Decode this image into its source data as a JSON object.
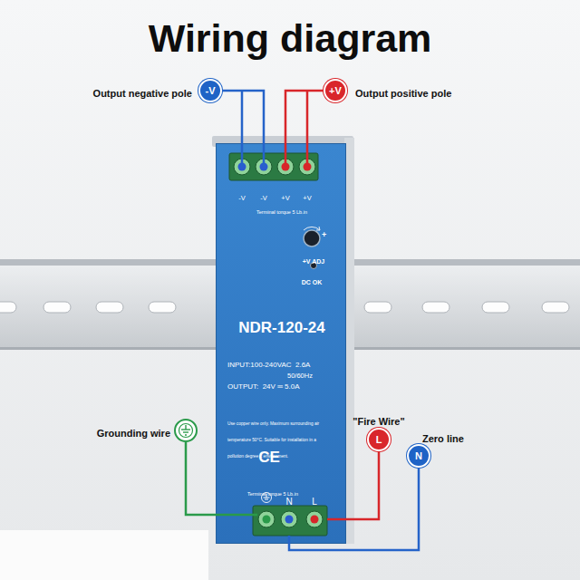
{
  "diagram": {
    "title": "Wiring diagram",
    "nodes": [
      {
        "text": [
          "-V"
        ]
      },
      {
        "text": [
          "+V"
        ]
      },
      {
        "text": [
          "Terminal torque 5 Lb.in",
          "+V ADJ",
          "DC OK",
          "NDR-120-24",
          "INPUT:100-240VAC  2.6A",
          "50/60Hz",
          "OUTPUT:  24V ═ 5.0A",
          "Use copper wire only. Maximum surrounding air temperature 50°C. Suitable for installation in a pollution degree 2 environment.",
          "CE",
          "Terminal torque 5 Lb.in"
        ]
      },
      {
        "text": [
          "-V",
          "-V",
          "+V",
          "+V"
        ],
        "in": 2
      },
      {
        "text": [
          "L"
        ]
      },
      {
        "text": [
          "N"
        ]
      },
      {
        "text": [
          "N",
          "L"
        ],
        "in": 2
      }
    ],
    "edges": [
      {
        "from": 0,
        "to": 3,
        "arrow": "none"
      },
      {
        "from": 1,
        "to": 3,
        "arrow": "none"
      },
      {
        "from": 4,
        "to": 6,
        "arrow": "none"
      },
      {
        "from": 5,
        "to": 6,
        "arrow": "none"
      }
    ],
    "labels": [
      "Output negative pole",
      "Output positive pole",
      "+",
      "Grounding wire",
      "\"Fire Wire\"",
      "Zero line"
    ]
  }
}
